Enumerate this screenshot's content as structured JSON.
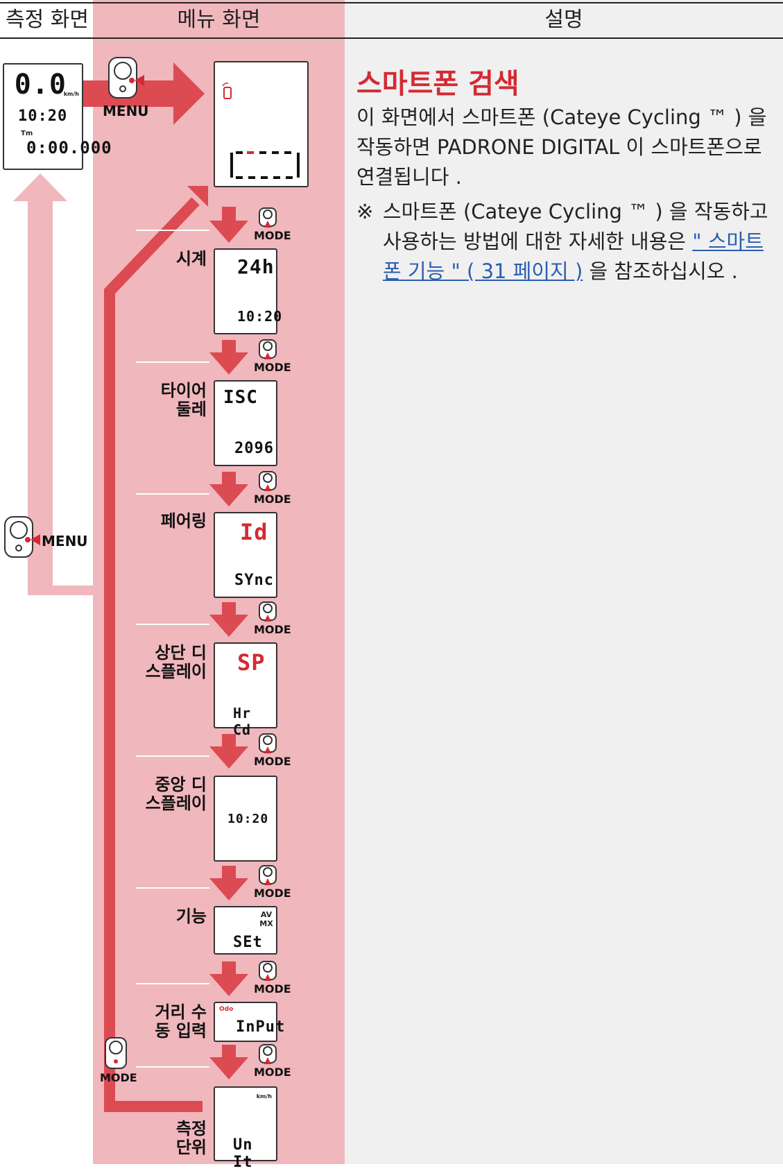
{
  "header": {
    "col1": "측정 화면",
    "col2": "메뉴 화면",
    "col3": "설명"
  },
  "measure_screen": {
    "speed": "0.0",
    "speed_unit": "km/h",
    "clock": "10:20",
    "tm_label": "Tm",
    "time": "0:00.000"
  },
  "buttons": {
    "menu_label": "MENU",
    "mode_label": "MODE"
  },
  "menu_items": [
    {
      "label": "시계",
      "lcd_top": "24h",
      "lcd_bottom": "10:20"
    },
    {
      "label": "타이어\n둘레",
      "lcd_top": "ISC",
      "lcd_bottom": "2096"
    },
    {
      "label": "페어링",
      "lcd_top": "Id",
      "lcd_bottom": "SYnc"
    },
    {
      "label": "상단 디\n스플레이",
      "lcd_top": "SP",
      "lcd_bottom": "Hr Cd"
    },
    {
      "label": "중앙 디\n스플레이",
      "lcd_top": "",
      "lcd_bottom": "10:20"
    },
    {
      "label": "기능",
      "lcd_top": "AV MX",
      "lcd_bottom": "SEt"
    },
    {
      "label": "거리 수\n동 입력",
      "lcd_top": "Odo",
      "lcd_bottom": "InPut"
    },
    {
      "label": "측정\n단위",
      "lcd_top": "km/h",
      "lcd_bottom": "Un It"
    }
  ],
  "description": {
    "title": "스마트폰 검색",
    "para1": "이 화면에서 스마트폰 (Cateye Cycling ™ ) 을 작동하면 PADRONE DIGITAL 이 스마트폰으로 연결됩니다 .",
    "note_mark": "※",
    "note_a": "스마트폰 (Cateye Cycling ™ ) 을 작동하고 사용하는 방법에 대한 자세한 내용은",
    "note_link": "\" 스마트폰 기능 \" ( 31 페이지 )",
    "note_b": "을 참조하십시오 ."
  },
  "colors": {
    "accent_red": "#d42a33",
    "menu_bg": "#f0b7bc",
    "desc_bg": "#f0f0f0"
  }
}
